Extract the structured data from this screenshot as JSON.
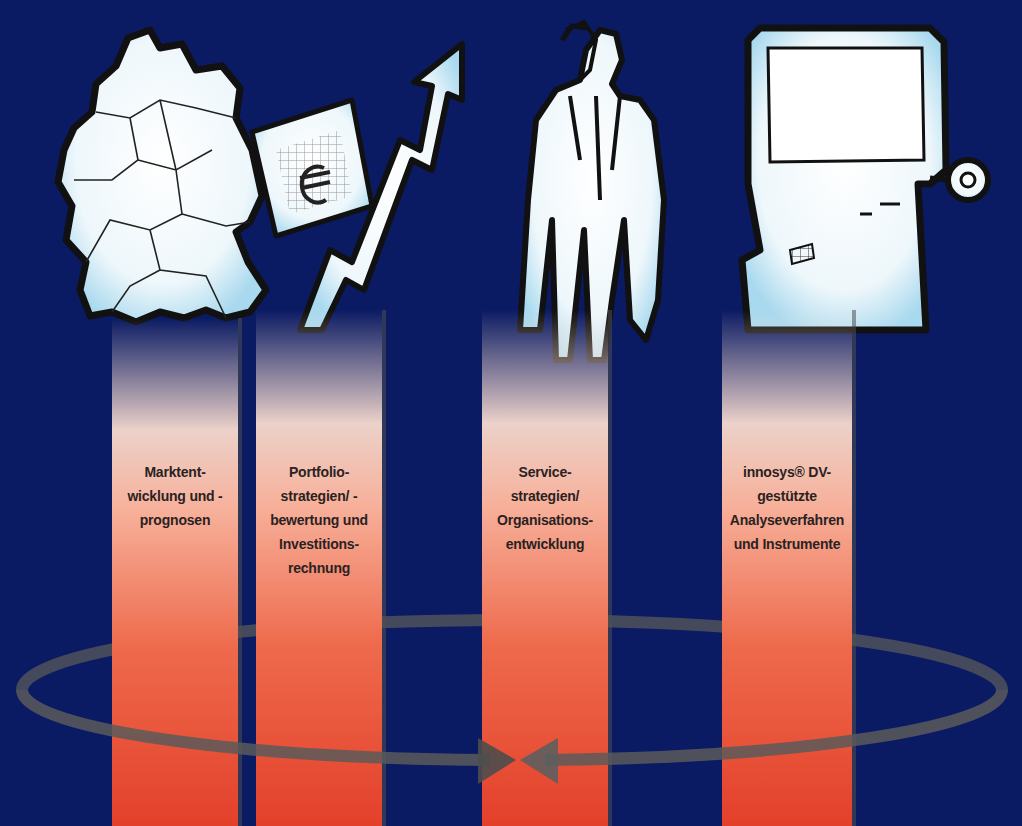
{
  "diagram": {
    "nodes": [
      {
        "text": [
          "Marktent- wicklung und -prognosen"
        ]
      },
      {
        "text": [
          "Portfolio- strategien/ -bewertung und Investitions- rechnung"
        ]
      },
      {
        "text": [
          "Service- strategien/ Organisations- entwicklung"
        ]
      },
      {
        "text": [
          "innosys® DV-gestützte Analyseverfahren und Instrumente"
        ]
      }
    ]
  }
}
